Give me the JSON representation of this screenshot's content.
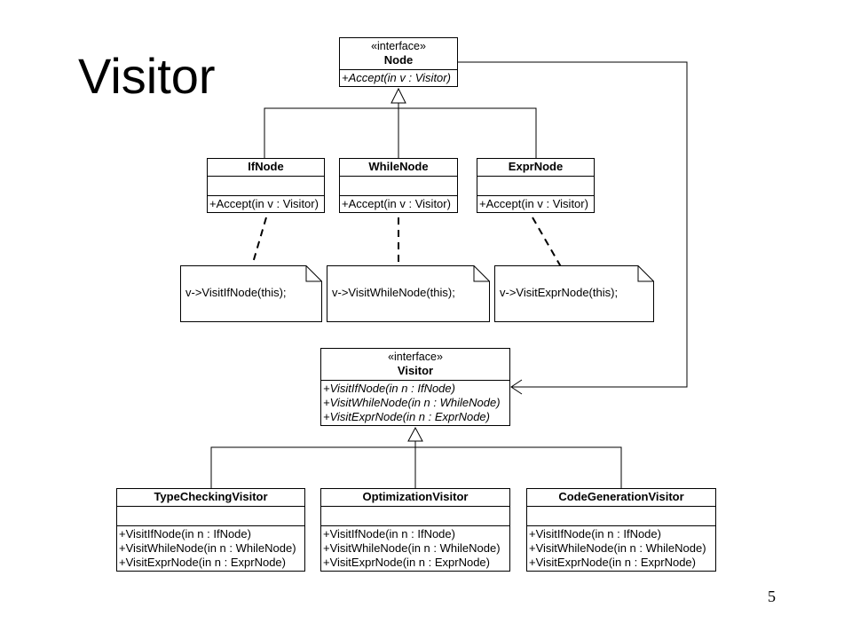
{
  "slide": {
    "title": "Visitor",
    "page_number": "5"
  },
  "classes": {
    "node": {
      "stereotype": "«interface»",
      "name": "Node",
      "operations": [
        "+Accept(in v : Visitor)"
      ]
    },
    "ifnode": {
      "name": "IfNode",
      "operations": [
        "+Accept(in v : Visitor)"
      ]
    },
    "whilenode": {
      "name": "WhileNode",
      "operations": [
        "+Accept(in v : Visitor)"
      ]
    },
    "exprnode": {
      "name": "ExprNode",
      "operations": [
        "+Accept(in v : Visitor)"
      ]
    },
    "visitor": {
      "stereotype": "«interface»",
      "name": "Visitor",
      "operations": [
        "+VisitIfNode(in n : IfNode)",
        "+VisitWhileNode(in n : WhileNode)",
        "+VisitExprNode(in n : ExprNode)"
      ]
    },
    "typechecking": {
      "name": "TypeCheckingVisitor",
      "operations": [
        "+VisitIfNode(in n : IfNode)",
        "+VisitWhileNode(in n : WhileNode)",
        "+VisitExprNode(in n : ExprNode)"
      ]
    },
    "optimization": {
      "name": "OptimizationVisitor",
      "operations": [
        "+VisitIfNode(in n : IfNode)",
        "+VisitWhileNode(in n : WhileNode)",
        "+VisitExprNode(in n : ExprNode)"
      ]
    },
    "codegeneration": {
      "name": "CodeGenerationVisitor",
      "operations": [
        "+VisitIfNode(in n : IfNode)",
        "+VisitWhileNode(in n : WhileNode)",
        "+VisitExprNode(in n : ExprNode)"
      ]
    }
  },
  "notes": {
    "ifnode": "v->VisitIfNode(this);",
    "whilenode": "v->VisitWhileNode(this);",
    "exprnode": "v->VisitExprNode(this);"
  }
}
